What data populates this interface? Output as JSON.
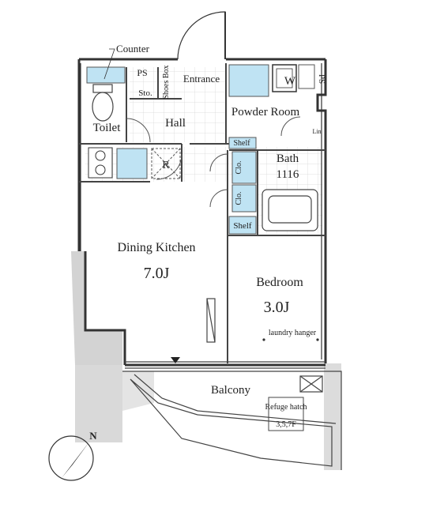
{
  "rooms": {
    "counter": "Counter",
    "ps_left": "PS",
    "shoes_box": "Shoes Box",
    "sto": "Sto.",
    "entrance": "Entrance",
    "w": "W",
    "ps_right": "PS",
    "toilet": "Toilet",
    "hall": "Hall",
    "powder_room": "Powder Room",
    "lin": "Lin",
    "shelf_top": "Shelf",
    "clo_upper": "Clo.",
    "clo_lower": "Clo.",
    "r": "R",
    "bath": "Bath",
    "bath_size": "1116",
    "shelf_bottom": "Shelf",
    "dining_kitchen": "Dining Kitchen",
    "dining_kitchen_size": "7.0J",
    "bedroom": "Bedroom",
    "bedroom_size": "3.0J",
    "laundry_hanger": "laundry hanger",
    "balcony": "Balcony",
    "refuge_hatch": "Refuge hatch",
    "refuge_floors": "3,5,7F"
  },
  "compass": {
    "north": "N"
  },
  "colors": {
    "fixture_blue": "#bfe3f3",
    "wall": "#333333",
    "hatch": "#d4d4d4"
  }
}
